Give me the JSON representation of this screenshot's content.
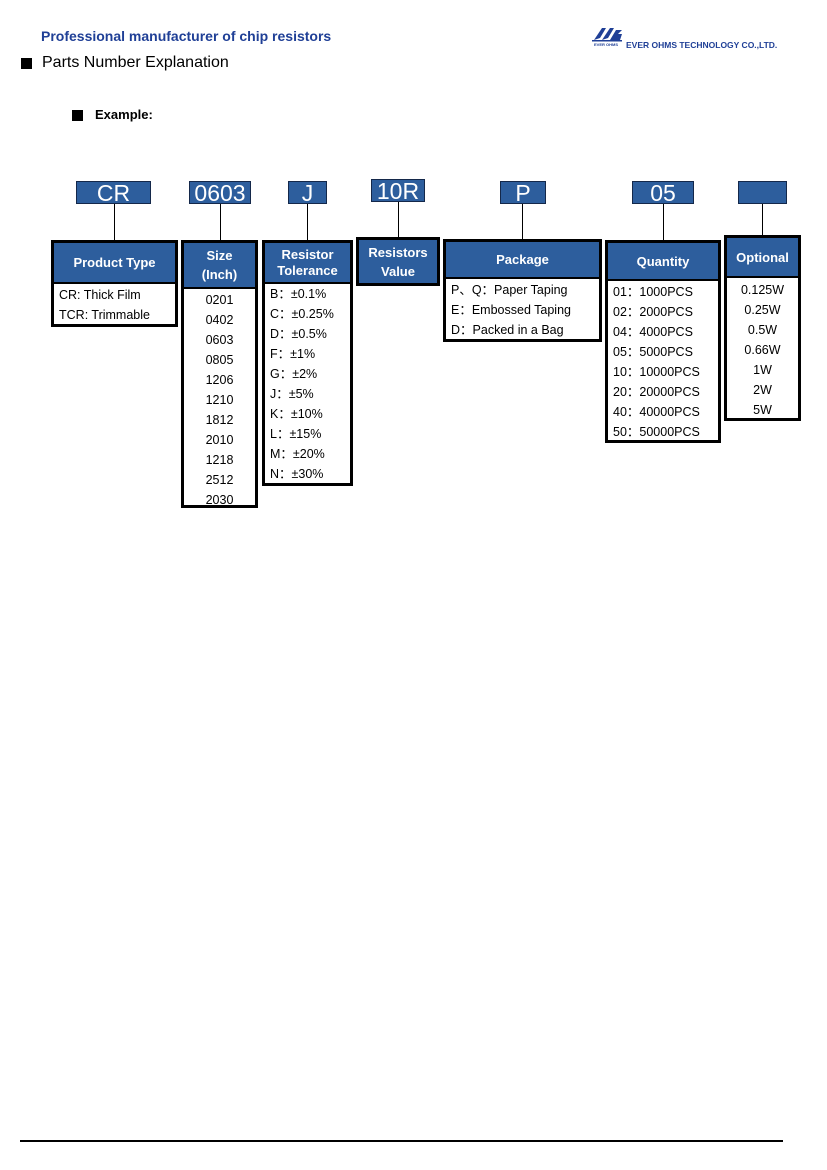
{
  "header": {
    "tagline": "Professional manufacturer of chip resistors",
    "company": "EVER OHMS TECHNOLOGY CO.,LTD.",
    "logo_small_text": "EVER OHMS"
  },
  "section_title": "Parts Number Explanation",
  "example_label": "Example:",
  "codes": [
    "CR",
    "0603",
    "J",
    "10R",
    "P",
    "05",
    ""
  ],
  "categories": {
    "product_type": {
      "header": "Product Type",
      "items": [
        "CR: Thick Film",
        "TCR: Trimmable"
      ]
    },
    "size": {
      "header_line1": "Size",
      "header_line2": "(Inch)",
      "items": [
        "0201",
        "0402",
        "0603",
        "0805",
        "1206",
        "1210",
        "1812",
        "2010",
        "1218",
        "2512",
        "2030"
      ]
    },
    "tolerance": {
      "header_line1": "Resistor",
      "header_line2": "Tolerance",
      "items": [
        "B：±0.1%",
        "C：±0.25%",
        "D：±0.5%",
        "F：±1%",
        "G：±2%",
        "J：±5%",
        "K：±10%",
        "L：±15%",
        "M：±20%",
        "N：±30%"
      ]
    },
    "resistors_value": {
      "header_line1": "Resistors",
      "header_line2": "Value"
    },
    "package": {
      "header": "Package",
      "items": [
        "P、Q：Paper Taping",
        "E：Embossed Taping",
        "D：Packed in a Bag"
      ]
    },
    "quantity": {
      "header": "Quantity",
      "items": [
        "01：1000PCS",
        "02：2000PCS",
        "04：4000PCS",
        "05：5000PCS",
        "10：10000PCS",
        "20：20000PCS",
        "40：40000PCS",
        "50：50000PCS"
      ]
    },
    "optional": {
      "header": "Optional",
      "items": [
        "0.125W",
        "0.25W",
        "0.5W",
        "0.66W",
        "1W",
        "2W",
        "5W"
      ]
    }
  }
}
